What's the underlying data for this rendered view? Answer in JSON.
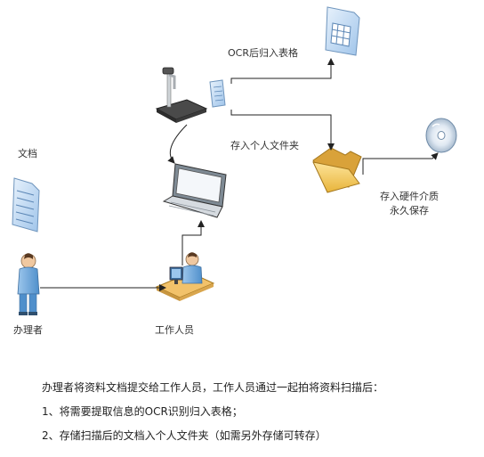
{
  "labels": {
    "ocr_to_table": "OCR后归入表格",
    "save_to_folder": "存入个人文件夹",
    "archive_line1": "存入硬件介质",
    "archive_line2": "永久保存",
    "document": "文档",
    "handler": "办理者",
    "staff": "工作人员"
  },
  "caption": {
    "intro": "办理者将资料文档提交给工作人员，工作人员通过一起拍将资料扫描后：",
    "step1": "1、将需要提取信息的OCR识别归入表格；",
    "step2": "2、存储扫描后的文档入个人文件夹（如需另外存储可转存）"
  },
  "colors": {
    "accent_blue": "#7aaee0",
    "folder": "#f2c84b",
    "arrow": "#222222"
  }
}
